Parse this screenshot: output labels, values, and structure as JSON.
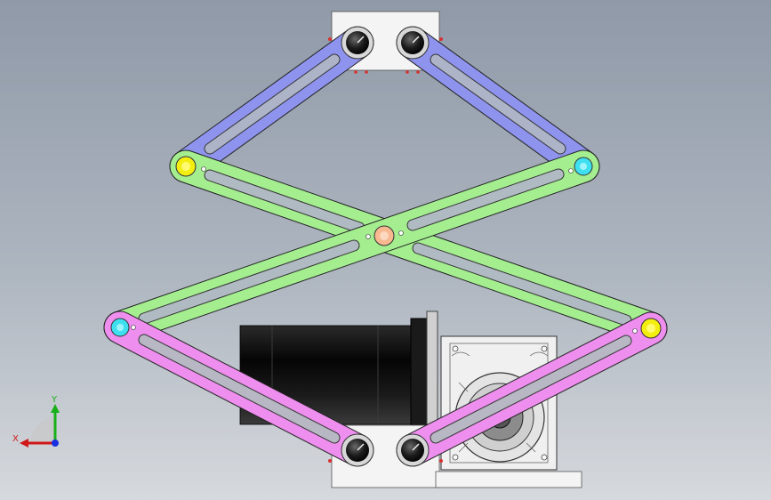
{
  "viewport": {
    "name": "cad-3d-viewport"
  },
  "triad": {
    "x_label": "X",
    "y_label": "Y",
    "x_color": "#d01818",
    "y_color": "#18b018",
    "z_color": "#1830e0"
  },
  "colors": {
    "upper_arm": "#8e93ee",
    "center_arm": "#a4ee90",
    "lower_arm": "#ee8eee",
    "pin_yellow": "#f4ee10",
    "pin_cyan": "#3ee0f0",
    "pin_center": "#f8b890",
    "bracket": "#f4f4f4",
    "motor": "#141414",
    "gearbox": "#f0f0f0"
  }
}
